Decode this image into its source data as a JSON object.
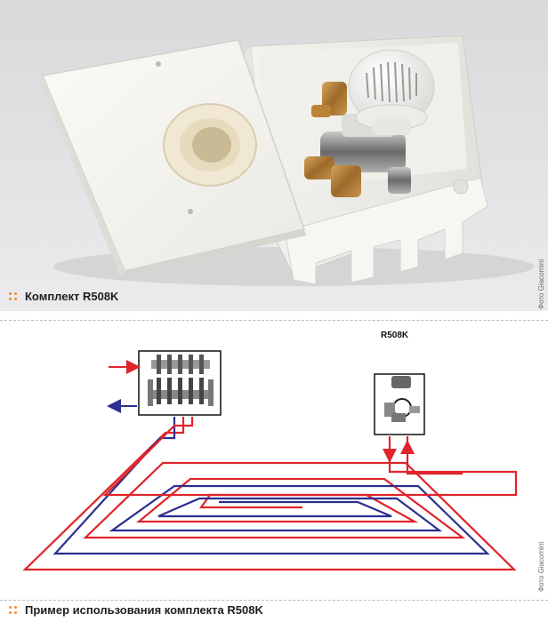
{
  "photo": {
    "caption": "Комплект R508K",
    "credit": "Фото Giacomini"
  },
  "diagram": {
    "caption": "Пример использования комплекта R508K",
    "credit": "Фото Giacomini",
    "box_label": "R508K",
    "colors": {
      "supply": "#e0242c",
      "return": "#2b2f8f",
      "accent": "#f28c28",
      "outline": "#111111"
    }
  }
}
